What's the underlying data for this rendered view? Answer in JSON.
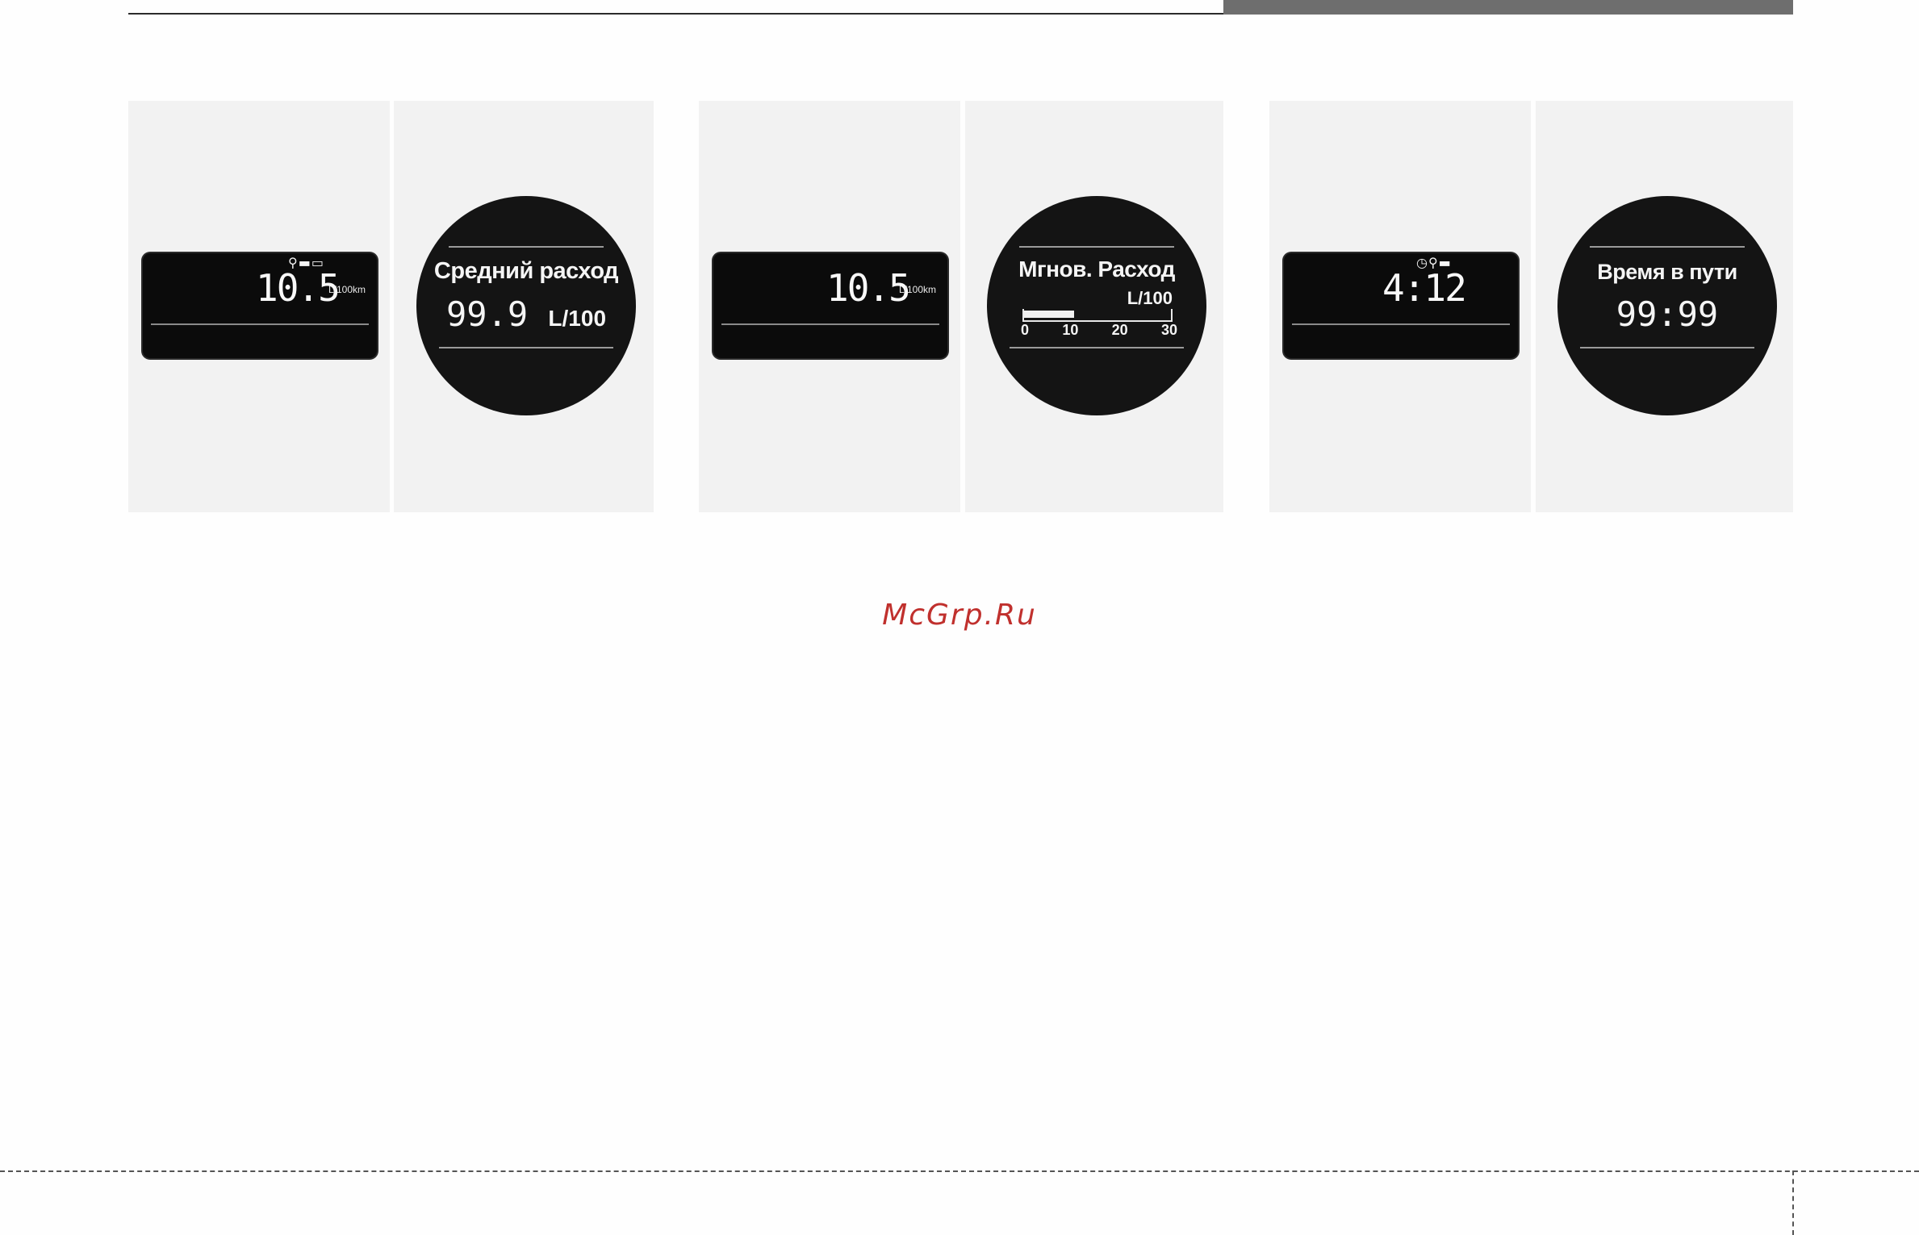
{
  "displays": [
    {
      "lcd": {
        "value": "10.5",
        "unit": "L/100km",
        "icons": "⚲▬▭"
      },
      "circle": {
        "title": "Средний расход",
        "value": "99.9",
        "unit": "L/100"
      }
    },
    {
      "lcd": {
        "value": "10.5",
        "unit": "L/100km"
      },
      "circle": {
        "title": "Мгнов. Расход",
        "unit": "L/100",
        "bar_fill_fraction": 0.35,
        "scale": [
          "0",
          "10",
          "20",
          "30"
        ]
      }
    },
    {
      "lcd": {
        "value": "4:12",
        "icons": "◷⚲▬"
      },
      "circle": {
        "title": "Время в пути",
        "value": "99:99"
      }
    }
  ],
  "watermark": "McGrp.Ru"
}
